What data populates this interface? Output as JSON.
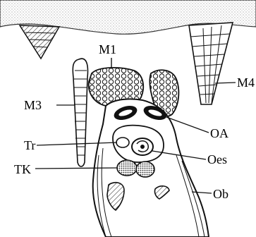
{
  "labels": {
    "m1": "M1",
    "m4": "M4",
    "m3": "M3",
    "oa": "OA",
    "tr": "Tr",
    "oes": "Oes",
    "tk": "TK",
    "ob": "Ob"
  }
}
